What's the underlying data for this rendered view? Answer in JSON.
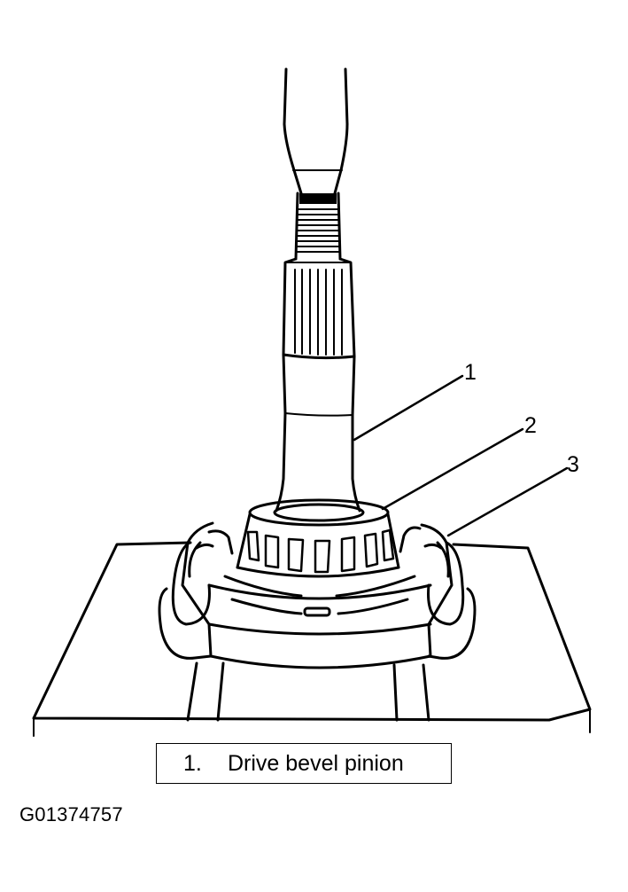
{
  "callouts": [
    {
      "label": "1"
    },
    {
      "label": "2"
    },
    {
      "label": "3"
    }
  ],
  "legend": {
    "items": [
      {
        "number": "1.",
        "text": "Drive bevel pinion"
      }
    ]
  },
  "figure_id": "G01374757"
}
